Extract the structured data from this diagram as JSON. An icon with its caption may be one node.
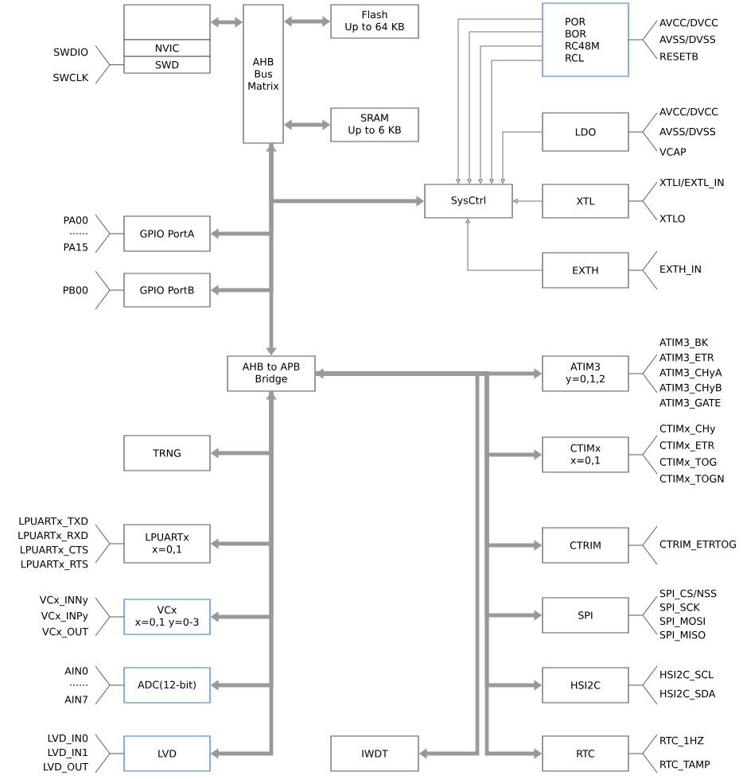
{
  "diagram": {
    "nodes": [
      {
        "text": [],
        "shape": "box"
      },
      {
        "text": [
          "NVIC"
        ]
      },
      {
        "text": [
          "SWD"
        ],
        "beside": [
          "SWDIO",
          "SWCLK"
        ]
      },
      {
        "text": [
          "AHB Bus Matrix"
        ]
      },
      {
        "text": [
          "Flash",
          "Up to 64 KB"
        ]
      },
      {
        "text": [
          "SRAM",
          "Up to 6 KB"
        ]
      },
      {
        "text": [
          "POR",
          "BOR",
          "RC48M",
          "RCL"
        ],
        "beside": [
          "AVCC/DVCC",
          "AVSS/DVSS",
          "RESETB"
        ]
      },
      {
        "text": [
          "LDO"
        ],
        "beside": [
          "AVCC/DVCC",
          "AVSS/DVSS",
          "VCAP"
        ]
      },
      {
        "text": [
          "SysCtrl"
        ]
      },
      {
        "text": [
          "XTL"
        ],
        "beside": [
          "XTLI/EXTL_IN",
          "XTLO"
        ]
      },
      {
        "text": [
          "EXTH"
        ],
        "beside": [
          "EXTH_IN"
        ]
      },
      {
        "text": [
          "GPIO PortA"
        ],
        "beside": [
          "PA00",
          "......",
          "PA15"
        ]
      },
      {
        "text": [
          "GPIO PortB"
        ],
        "beside": [
          "PB00"
        ]
      },
      {
        "text": [
          "AHB to APB Bridge"
        ]
      },
      {
        "text": [
          "TRNG"
        ]
      },
      {
        "text": [
          "LPUARTx",
          "x=0,1"
        ],
        "beside": [
          "LPUARTx_TXD",
          "LPUARTx_RXD",
          "LPUARTx_CTS",
          "LPUARTx_RTS"
        ]
      },
      {
        "text": [
          "VCx",
          "x=0,1 y=0-3"
        ],
        "beside": [
          "VCx_INNy",
          "VCx_INPy",
          "VCx_OUT"
        ]
      },
      {
        "text": [
          "ADC(12-bit)"
        ],
        "beside": [
          "AIN0",
          "......",
          "AIN7"
        ]
      },
      {
        "text": [
          "LVD"
        ],
        "beside": [
          "LVD_IN0",
          "LVD_IN1",
          "LVD_OUT"
        ]
      },
      {
        "text": [
          "IWDT"
        ]
      },
      {
        "text": [
          "ATIM3",
          "y=0,1,2"
        ],
        "beside": [
          "ATIM3_BK",
          "ATIM3_ETR",
          "ATIM3_CHyA",
          "ATIM3_CHyB",
          "ATIM3_GATE"
        ]
      },
      {
        "text": [
          "CTIMx",
          "x=0,1"
        ],
        "beside": [
          "CTIMx_CHy",
          "CTIMx_ETR",
          "CTIMx_TOG",
          "CTIMx_TOGN"
        ]
      },
      {
        "text": [
          "CTRIM"
        ],
        "beside": [
          "CTRIM_ETRTOG"
        ]
      },
      {
        "text": [
          "SPI"
        ],
        "beside": [
          "SPI_CS/NSS",
          "SPI_SCK",
          "SPI_MOSI",
          "SPI_MISO"
        ]
      },
      {
        "text": [
          "HSI2C"
        ],
        "beside": [
          "HSI2C_SCL",
          "HSI2C_SDA"
        ]
      },
      {
        "text": [
          "RTC"
        ],
        "beside": [
          "RTC_1HZ",
          "RTC_TAMP"
        ]
      }
    ],
    "edges": [
      {
        "from": 0,
        "to": 3,
        "arrow": "both"
      },
      {
        "from": 3,
        "to": 4,
        "arrow": "both"
      },
      {
        "from": 3,
        "to": 5,
        "arrow": "both"
      },
      {
        "from": 3,
        "to": 11,
        "arrow": "to"
      },
      {
        "from": 3,
        "to": 12,
        "arrow": "to"
      },
      {
        "from": 3,
        "to": 8,
        "arrow": "to"
      },
      {
        "from": 3,
        "to": 13,
        "arrow": "both"
      },
      {
        "from": 6,
        "to": 8,
        "arrow": "to"
      },
      {
        "from": 6,
        "to": 8,
        "arrow": "to"
      },
      {
        "from": 6,
        "to": 8,
        "arrow": "to"
      },
      {
        "from": 6,
        "to": 8,
        "arrow": "to"
      },
      {
        "from": 7,
        "to": 8,
        "arrow": "to"
      },
      {
        "from": 9,
        "to": 8,
        "arrow": "to"
      },
      {
        "from": 10,
        "to": 8,
        "arrow": "to"
      },
      {
        "from": 13,
        "to": 14,
        "arrow": "to"
      },
      {
        "from": 13,
        "to": 15,
        "arrow": "to"
      },
      {
        "from": 13,
        "to": 16,
        "arrow": "to"
      },
      {
        "from": 13,
        "to": 17,
        "arrow": "to"
      },
      {
        "from": 13,
        "to": 18,
        "arrow": "both"
      },
      {
        "from": 13,
        "to": 21,
        "arrow": "to"
      },
      {
        "from": 13,
        "to": 22,
        "arrow": "to"
      },
      {
        "from": 13,
        "to": 23,
        "arrow": "to"
      },
      {
        "from": 13,
        "to": 24,
        "arrow": "to"
      },
      {
        "from": 13,
        "to": 25,
        "arrow": "to"
      },
      {
        "from": 13,
        "to": 19,
        "arrow": "to"
      },
      {
        "from": 13,
        "to": 20,
        "arrow": "both"
      }
    ]
  }
}
